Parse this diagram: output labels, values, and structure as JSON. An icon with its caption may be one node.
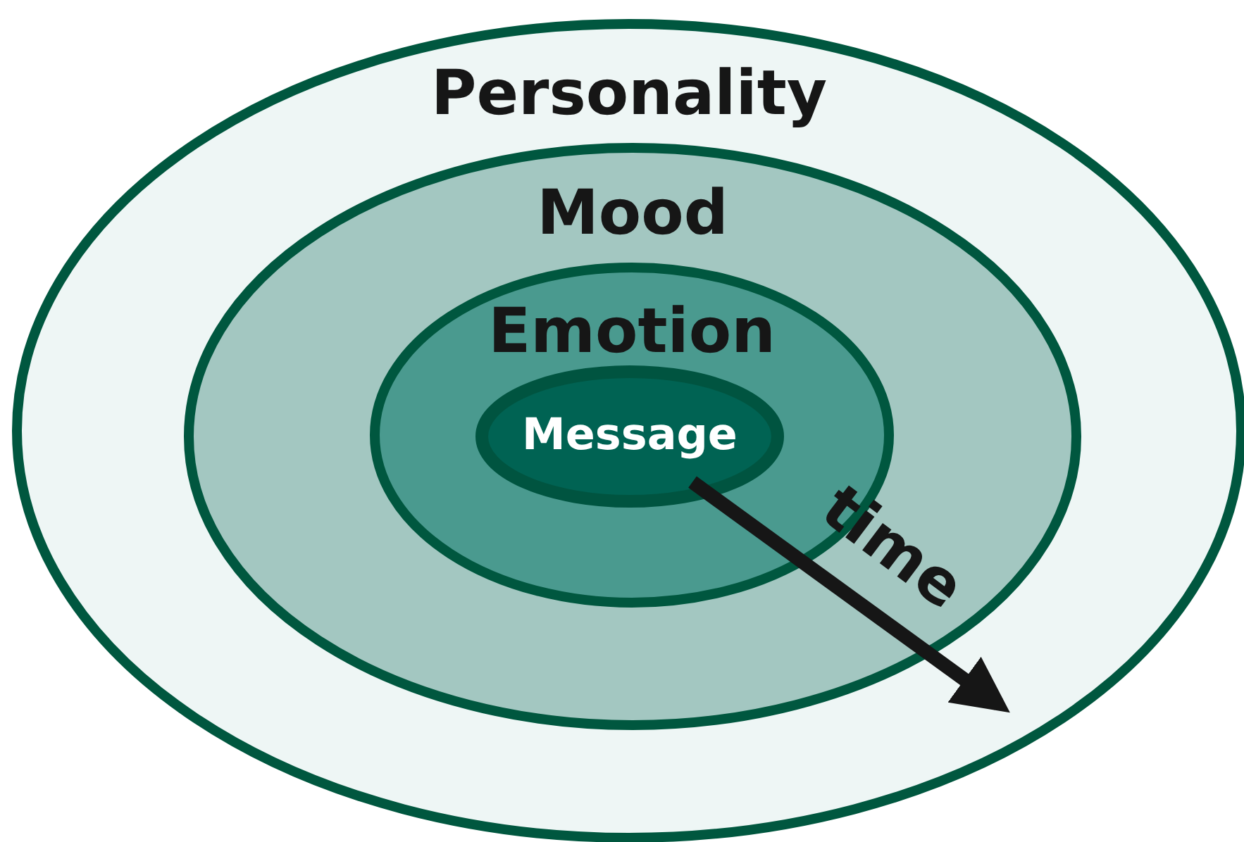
{
  "diagram": {
    "nodes": [
      {
        "text": [
          "Personality"
        ]
      },
      {
        "text": [
          "Mood"
        ],
        "in": 0
      },
      {
        "text": [
          "Emotion"
        ],
        "in": 1
      },
      {
        "text": [
          "Message"
        ],
        "in": 2
      }
    ],
    "edges": [
      {
        "from": 3,
        "to": 0,
        "arrow": "to"
      }
    ],
    "labels": [
      "time"
    ]
  }
}
